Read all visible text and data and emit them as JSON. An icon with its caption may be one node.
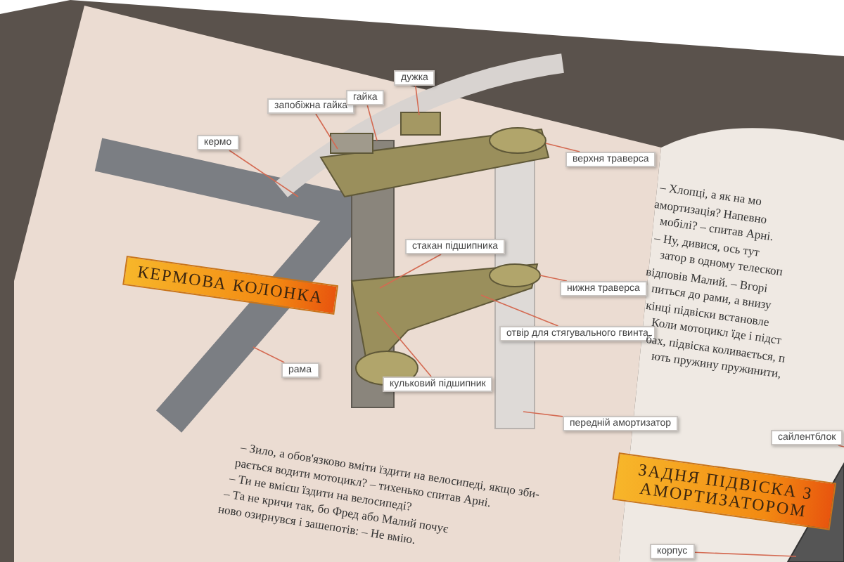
{
  "diagram": {
    "nodes": [
      {
        "text": [
          "кермо"
        ]
      },
      {
        "text": [
          "запобіжна гайка"
        ]
      },
      {
        "text": [
          "гайка"
        ]
      },
      {
        "text": [
          "дужка"
        ]
      },
      {
        "text": [
          "верхня траверса"
        ]
      },
      {
        "text": [
          "стакан підшипника"
        ]
      },
      {
        "text": [
          "нижня траверса"
        ]
      },
      {
        "text": [
          "отвір для стягувального гвинта"
        ]
      },
      {
        "text": [
          "рама"
        ]
      },
      {
        "text": [
          "кульковий підшипник"
        ]
      },
      {
        "text": [
          "передній амортизатор"
        ]
      },
      {
        "text": [
          "сайлентблок"
        ]
      },
      {
        "text": [
          "корпус"
        ]
      },
      {
        "text": [
          "КЕРМОВА КОЛОНКА"
        ]
      },
      {
        "text": [
          "ЗАДНЯ ПІДВІСКА З АМОРТИЗАТОРОМ"
        ]
      }
    ],
    "edges": [
      {
        "from": 0,
        "to": null,
        "arrow": "none"
      },
      {
        "from": 1,
        "to": null,
        "arrow": "none"
      },
      {
        "from": 2,
        "to": null,
        "arrow": "none"
      },
      {
        "from": 3,
        "to": null,
        "arrow": "none"
      },
      {
        "from": 4,
        "to": null,
        "arrow": "none"
      },
      {
        "from": 5,
        "to": null,
        "arrow": "none"
      },
      {
        "from": 6,
        "to": null,
        "arrow": "none"
      },
      {
        "from": 7,
        "to": null,
        "arrow": "none"
      },
      {
        "from": 8,
        "to": null,
        "arrow": "none"
      },
      {
        "from": 9,
        "to": null,
        "arrow": "none"
      },
      {
        "from": 10,
        "to": null,
        "arrow": "none"
      },
      {
        "from": 11,
        "to": null,
        "arrow": "none"
      },
      {
        "from": 12,
        "to": null,
        "arrow": "none"
      }
    ],
    "labels": [
      "– Зило, а обов'язково вміти їздити на велосипеді, якщо зби-",
      "рається водити мотоцикл? – тихенько спитав Арні.",
      "– Ти не вмієш їздити на велосипеді?",
      "– Та не кричи так, бо Фред або Малий почує",
      "ново озирнувся і зашепотів: – Не вмію.",
      "– Хлопці, а як на мо",
      "амортизація? Напевно",
      "мобілі? – спитав Арні.",
      "– Ну, дивися, ось тут",
      "затор в одному телескоп",
      "відповів Малий. – Вгорі",
      "питься до рами, а внизу",
      "кінці підвіски встановле",
      "Коли мотоцикл їде і підст",
      "бах, підвіска коливається, п",
      "ють пружину пружинити,"
    ]
  }
}
